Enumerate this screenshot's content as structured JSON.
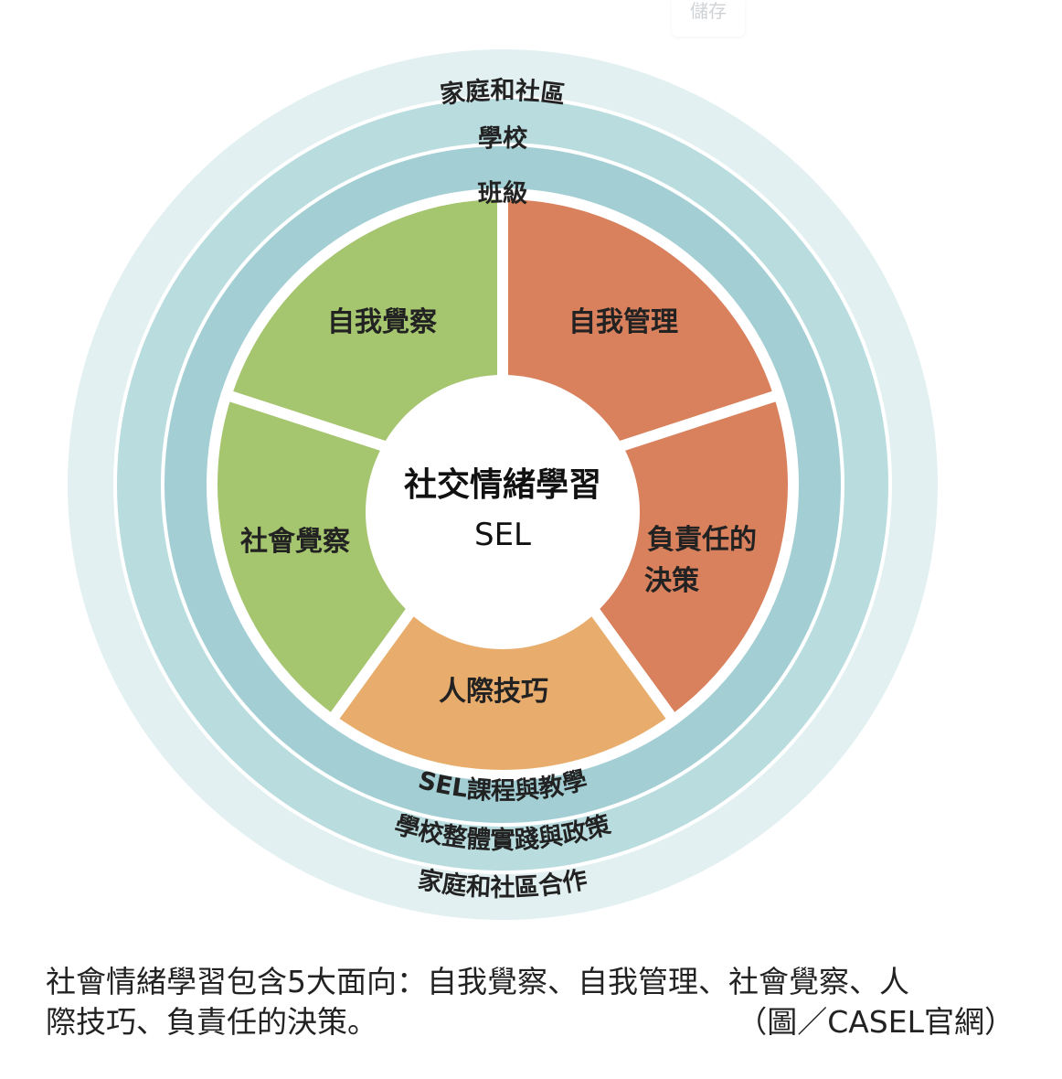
{
  "toolbar": {
    "save_label": "儲存"
  },
  "diagram": {
    "outer_rings": {
      "community": {
        "top": "家庭和社區",
        "bottom": "家庭和社區合作"
      },
      "school": {
        "top": "學校",
        "bottom": "學校整體實踐與政策"
      },
      "classroom": {
        "top": "班級",
        "bottom": "SEL課程與教學"
      }
    },
    "center": {
      "title": "社交情緒學習",
      "subtitle": "SEL"
    },
    "segments": [
      {
        "label": "自我覺察",
        "color": "#d9805d"
      },
      {
        "label": "自我管理",
        "color": "#d9805d"
      },
      {
        "label_line1": "負責任的",
        "label_line2": "決策",
        "color": "#e8ad6c"
      },
      {
        "label": "人際技巧",
        "color": "#a5c56f"
      },
      {
        "label": "社會覺察",
        "color": "#a5c56f"
      }
    ],
    "colors": {
      "community_ring": "#e2f0f1",
      "school_ring": "#b9dcdf",
      "classroom_ring": "#a3cfd4",
      "separator": "#ffffff"
    }
  },
  "caption": {
    "line1": "社會情緒學習包含5大面向：自我覺察、自我管理、社會覺察、人",
    "line2": "際技巧、負責任的決策。",
    "source": "（圖／CASEL官網）"
  }
}
